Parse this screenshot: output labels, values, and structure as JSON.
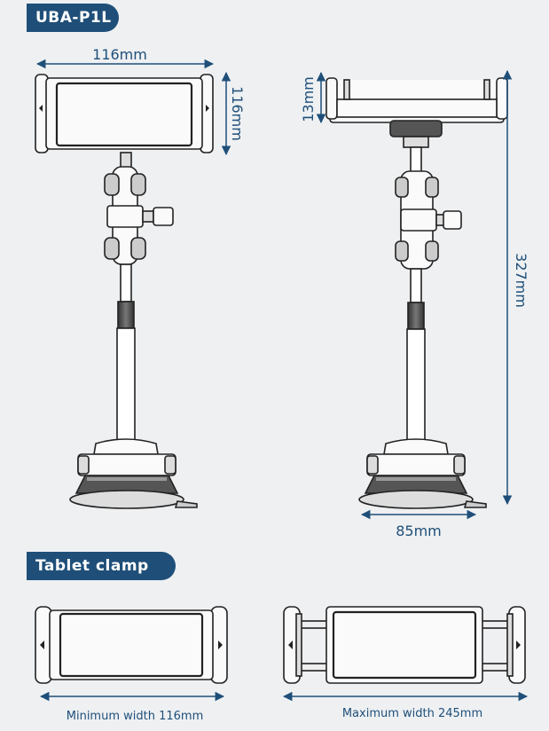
{
  "labels": {
    "model": "UBA-P1L",
    "tablet_clamp": "Tablet clamp"
  },
  "dimensions": {
    "front_width": "116mm",
    "front_height": "116mm",
    "side_clamp_depth": "13mm",
    "total_height": "327mm",
    "base_width": "85mm",
    "min_width": "Minimum width 116mm",
    "max_width": "Maximum width 245mm"
  },
  "colors": {
    "accent": "#1f4f79",
    "background": "#eef0f2",
    "line": "#222222"
  }
}
